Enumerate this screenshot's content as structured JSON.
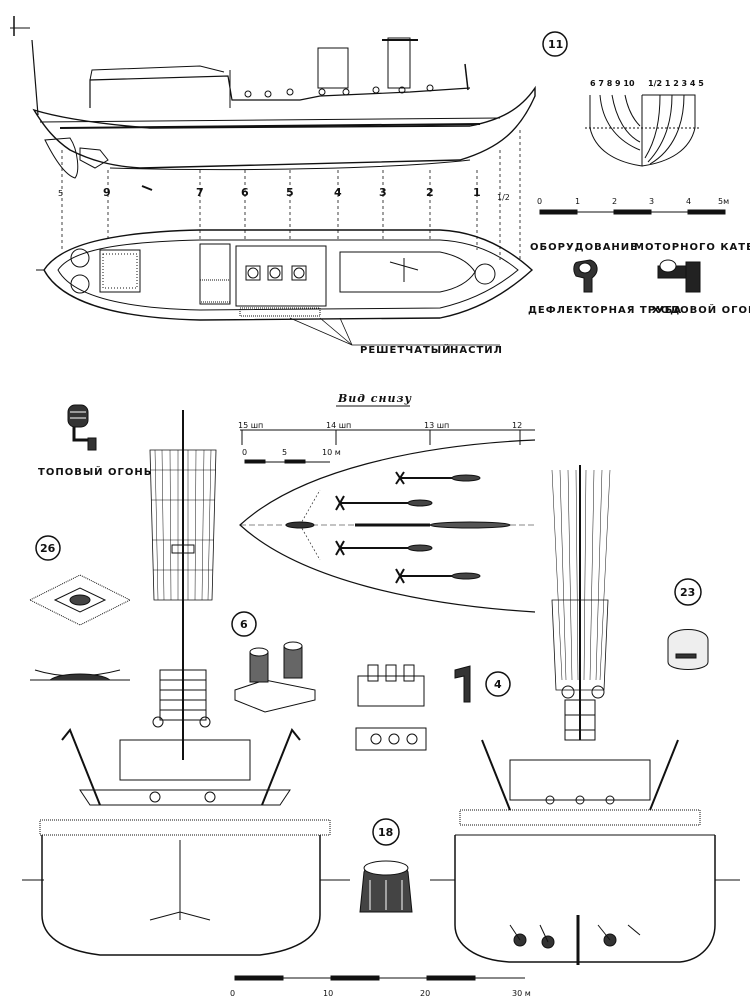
{
  "labels": {
    "equipment_line1": "ОБОРУДОВАНИЕ",
    "equipment_line2": "МОТОРНОГО КАТЕРА",
    "deflector": "ДЕФЛЕКТОРНАЯ ТРУБА",
    "running_light": "ХОДОВОЙ ОГОНЬ",
    "grating": "РЕШЕТЧАТЫЙ",
    "deck": "НАСТИЛ",
    "bottom_view": "Вид снизу",
    "top_light": "ТОПОВЫЙ ОГОНЬ"
  },
  "callouts": {
    "c11": "11",
    "c26": "26",
    "c6": "6",
    "c4": "4",
    "c23": "23",
    "c18": "18"
  },
  "frame_numbers": [
    "9",
    "7",
    "6",
    "5",
    "4",
    "3",
    "2",
    "1",
    "1/2"
  ],
  "section_numbers_left": "6 7 8 9 10",
  "section_numbers_right": "1/2 1 2 3 4 5",
  "scale_boat": {
    "ticks": [
      "0",
      "1",
      "2",
      "3",
      "4",
      "5м"
    ]
  },
  "scale_bottom": {
    "ticks": [
      "0",
      "5",
      "10 м"
    ]
  },
  "scale_ship": {
    "ticks": [
      "0",
      "10",
      "20",
      "30 м"
    ]
  },
  "frame_marks_bottom": [
    "15 шп",
    "14 шп",
    "13 шп",
    "12"
  ]
}
